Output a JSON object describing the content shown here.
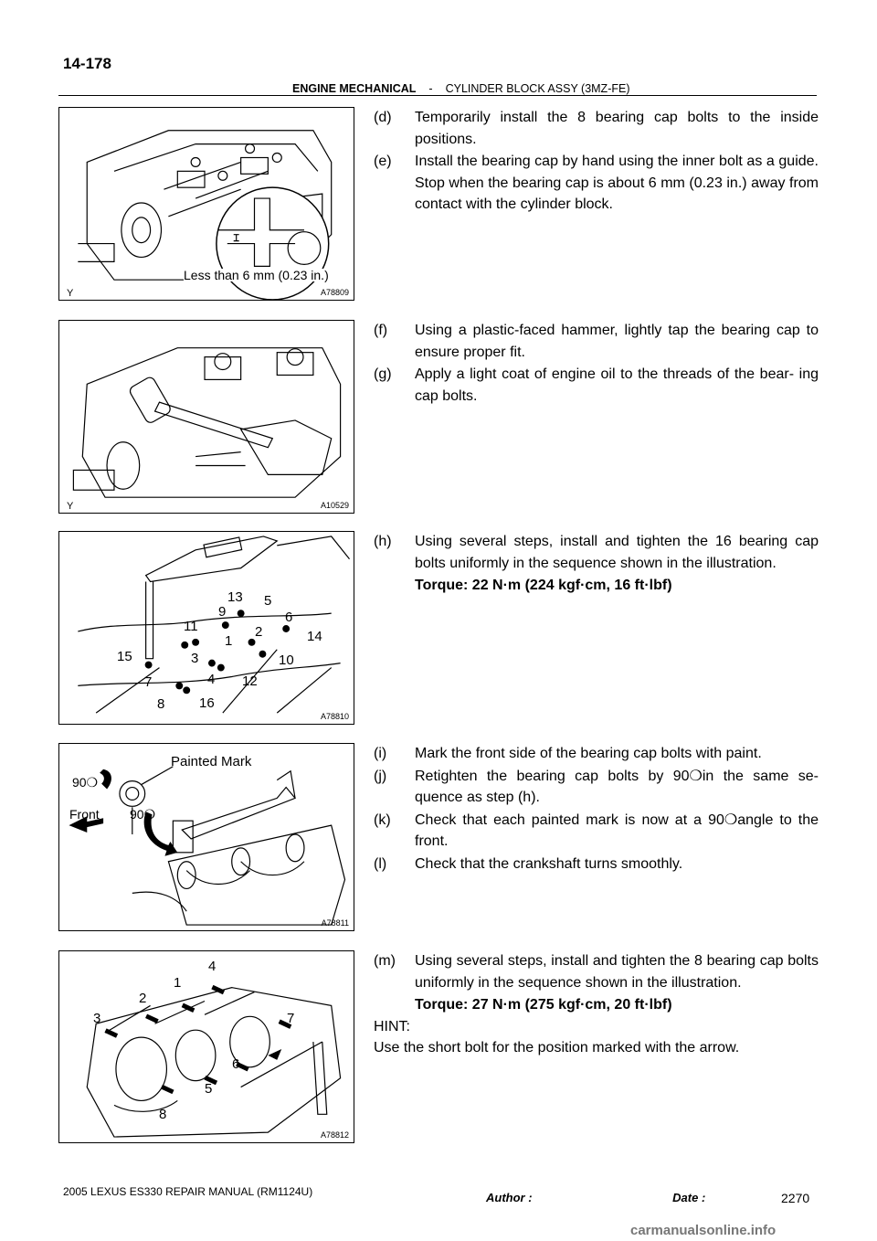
{
  "header": {
    "page_number": "14-178",
    "section": "ENGINE MECHANICAL",
    "separator": "-",
    "subsection": "CYLINDER BLOCK ASSY (3MZ-FE)"
  },
  "figures": [
    {
      "code": "A78809",
      "y_mark": "Y",
      "label": "Less than 6 mm (0.23 in.)"
    },
    {
      "code": "A10529",
      "y_mark": "Y"
    },
    {
      "code": "A78810",
      "numbers": [
        "1",
        "2",
        "3",
        "4",
        "5",
        "6",
        "7",
        "8",
        "9",
        "10",
        "11",
        "12",
        "13",
        "14",
        "15",
        "16"
      ]
    },
    {
      "code": "A78811",
      "label_painted": "Painted Mark",
      "label_90a": "90",
      "label_90b": "90",
      "label_front": "Front"
    },
    {
      "code": "A78812",
      "numbers": [
        "1",
        "2",
        "3",
        "4",
        "5",
        "6",
        "7",
        "8"
      ]
    }
  ],
  "steps": [
    {
      "mark": "(d)",
      "text": "Temporarily install the 8 bearing cap bolts to the inside positions."
    },
    {
      "mark": "(e)",
      "text": "Install the bearing cap by hand using the inner bolt as a guide. Stop when the bearing cap is about 6 mm (0.23 in.) away from contact with the cylinder block."
    },
    {
      "mark": "(f)",
      "text": "Using a plastic-faced hammer, lightly tap the bearing cap to ensure proper fit."
    },
    {
      "mark": "(g)",
      "text": "Apply a light coat of engine oil to the threads of the bear- ing cap bolts."
    },
    {
      "mark": "(h)",
      "text": "Using several steps, install and tighten the 16 bearing cap bolts uniformly in the sequence shown in the illustration."
    },
    {
      "torque": "Torque: 22 N·m (224 kgf·cm, 16 ft·lbf)"
    },
    {
      "mark": "(i)",
      "text": "Mark the front side of the bearing cap bolts with paint."
    },
    {
      "mark": "(j)",
      "text": "Retighten the bearing cap bolts by 90❍in the same se- quence as step (h)."
    },
    {
      "mark": "(k)",
      "text": "Check that each painted mark is now at a 90❍angle to the front."
    },
    {
      "mark": "(l)",
      "text": "Check that the crankshaft turns smoothly."
    },
    {
      "mark": "(m)",
      "text": "Using several steps, install and tighten the 8 bearing cap bolts uniformly in the sequence shown in the illustration."
    },
    {
      "torque": "Torque: 27 N·m (275 kgf·cm, 20 ft·lbf)"
    },
    {
      "hint_label": "HINT:",
      "hint_text": "Use the short bolt for the position marked with the arrow."
    }
  ],
  "footer": {
    "manual": "2005 LEXUS ES330 REPAIR MANUAL   (RM1124U)",
    "author_label": "Author :",
    "date_label": "Date :",
    "page": "2270",
    "watermark": "carmanualsonline.info"
  }
}
